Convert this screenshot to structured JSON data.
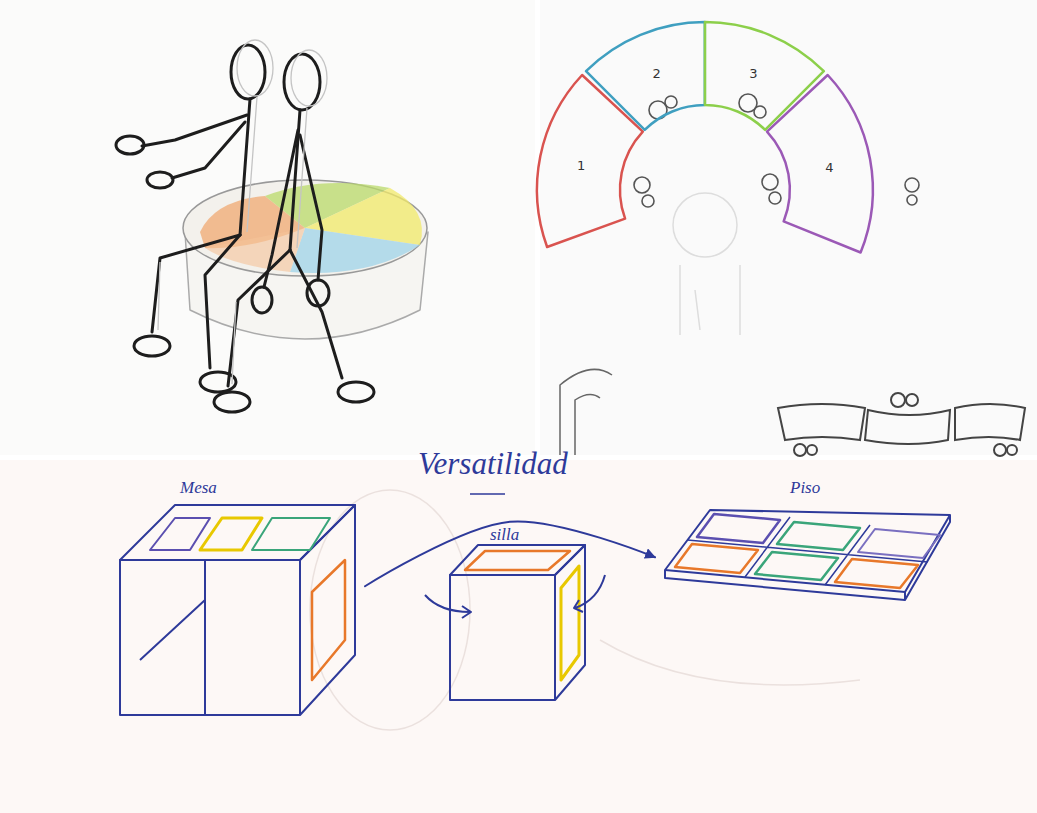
{
  "diagram": {
    "title": "Versatilidad",
    "nodes": [
      {
        "text": [
          "1"
        ]
      },
      {
        "text": [
          "2"
        ]
      },
      {
        "text": [
          "3"
        ]
      },
      {
        "text": [
          "4"
        ]
      },
      {
        "text": [
          "Mesa"
        ]
      },
      {
        "text": [
          "silla"
        ]
      },
      {
        "text": [
          "Piso"
        ]
      }
    ],
    "edges": [
      {
        "from": 4,
        "to": 6,
        "arrow": "to"
      }
    ]
  }
}
